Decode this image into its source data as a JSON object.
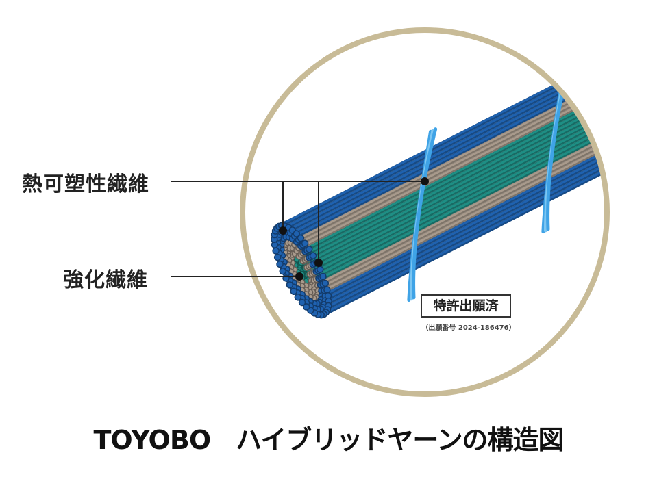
{
  "labels": {
    "thermoplastic_fiber": "熱可塑性繊維",
    "reinforcing_fiber": "強化繊維"
  },
  "patent": {
    "status": "特許出願済",
    "application_number": "（出願番号 2024-186476）"
  },
  "caption": "TOYOBO　ハイブリッドヤーンの構造図",
  "colors": {
    "circle_border": "#c8bb97",
    "outer_fiber": "#1f62b0",
    "reinforcing_fiber": "#a89a8c",
    "core_fiber": "#1e8f85",
    "wrap_fiber": "#3fa3e6",
    "leader_line": "#222222"
  }
}
